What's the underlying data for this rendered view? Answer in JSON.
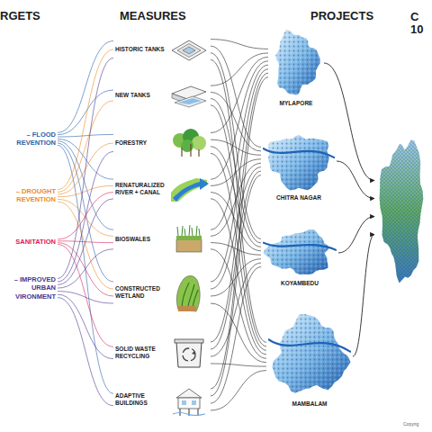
{
  "diagram": {
    "nodes": [
      {
        "text": [
          "– FLOOD REVENTION"
        ]
      },
      {
        "text": [
          "– DROUGHT REVENTION"
        ]
      },
      {
        "text": [
          "SANITATION"
        ]
      },
      {
        "text": [
          "– IMPROVED URBAN VIRONMENT"
        ]
      },
      {
        "text": [
          "HISTORIC TANKS"
        ]
      },
      {
        "text": [
          "NEW TANKS"
        ]
      },
      {
        "text": [
          "FORESTRY"
        ]
      },
      {
        "text": [
          "RENATURALIZED RIVER + CANAL"
        ]
      },
      {
        "text": [
          "BIOSWALES"
        ]
      },
      {
        "text": [
          "CONSTRUCTED WETLAND"
        ]
      },
      {
        "text": [
          "SOLID WASTE RECYCLING"
        ]
      },
      {
        "text": [
          "ADAPTIVE BUILDINGS"
        ]
      },
      {
        "text": [
          "MYLAPORE"
        ]
      },
      {
        "text": [
          "CHITRA NAGAR"
        ]
      },
      {
        "text": [
          "KOYAMBEDU"
        ]
      },
      {
        "text": [
          "MAMBALAM"
        ]
      },
      {
        "text": [
          "C 10"
        ]
      }
    ],
    "edges": [
      {
        "from": 0,
        "to": 4,
        "arrow": "none"
      },
      {
        "from": 0,
        "to": 5,
        "arrow": "none"
      },
      {
        "from": 0,
        "to": 6,
        "arrow": "none"
      },
      {
        "from": 0,
        "to": 7,
        "arrow": "none"
      },
      {
        "from": 0,
        "to": 8,
        "arrow": "none"
      },
      {
        "from": 0,
        "to": 9,
        "arrow": "none"
      },
      {
        "from": 0,
        "to": 11,
        "arrow": "none"
      },
      {
        "from": 1,
        "to": 4,
        "arrow": "none"
      },
      {
        "from": 1,
        "to": 5,
        "arrow": "none"
      },
      {
        "from": 1,
        "to": 6,
        "arrow": "none"
      },
      {
        "from": 1,
        "to": 7,
        "arrow": "none"
      },
      {
        "from": 1,
        "to": 8,
        "arrow": "none"
      },
      {
        "from": 1,
        "to": 9,
        "arrow": "none"
      },
      {
        "from": 2,
        "to": 7,
        "arrow": "none"
      },
      {
        "from": 2,
        "to": 8,
        "arrow": "none"
      },
      {
        "from": 2,
        "to": 9,
        "arrow": "none"
      },
      {
        "from": 2,
        "to": 10,
        "arrow": "none"
      },
      {
        "from": 3,
        "to": 4,
        "arrow": "none"
      },
      {
        "from": 3,
        "to": 6,
        "arrow": "none"
      },
      {
        "from": 3,
        "to": 7,
        "arrow": "none"
      },
      {
        "from": 3,
        "to": 8,
        "arrow": "none"
      },
      {
        "from": 3,
        "to": 9,
        "arrow": "none"
      },
      {
        "from": 3,
        "to": 10,
        "arrow": "none"
      },
      {
        "from": 3,
        "to": 11,
        "arrow": "none"
      },
      {
        "from": 4,
        "to": 12,
        "arrow": "none"
      },
      {
        "from": 4,
        "to": 13,
        "arrow": "none"
      },
      {
        "from": 4,
        "to": 14,
        "arrow": "none"
      },
      {
        "from": 4,
        "to": 15,
        "arrow": "none"
      },
      {
        "from": 5,
        "to": 12,
        "arrow": "none"
      },
      {
        "from": 5,
        "to": 13,
        "arrow": "none"
      },
      {
        "from": 5,
        "to": 14,
        "arrow": "none"
      },
      {
        "from": 5,
        "to": 15,
        "arrow": "none"
      },
      {
        "from": 6,
        "to": 12,
        "arrow": "none"
      },
      {
        "from": 6,
        "to": 13,
        "arrow": "none"
      },
      {
        "from": 6,
        "to": 14,
        "arrow": "none"
      },
      {
        "from": 6,
        "to": 15,
        "arrow": "none"
      },
      {
        "from": 7,
        "to": 12,
        "arrow": "none"
      },
      {
        "from": 7,
        "to": 13,
        "arrow": "none"
      },
      {
        "from": 7,
        "to": 14,
        "arrow": "none"
      },
      {
        "from": 7,
        "to": 15,
        "arrow": "none"
      },
      {
        "from": 8,
        "to": 12,
        "arrow": "none"
      },
      {
        "from": 8,
        "to": 13,
        "arrow": "none"
      },
      {
        "from": 8,
        "to": 14,
        "arrow": "none"
      },
      {
        "from": 8,
        "to": 15,
        "arrow": "none"
      },
      {
        "from": 9,
        "to": 12,
        "arrow": "none"
      },
      {
        "from": 9,
        "to": 13,
        "arrow": "none"
      },
      {
        "from": 9,
        "to": 14,
        "arrow": "none"
      },
      {
        "from": 9,
        "to": 15,
        "arrow": "none"
      },
      {
        "from": 10,
        "to": 12,
        "arrow": "none"
      },
      {
        "from": 10,
        "to": 13,
        "arrow": "none"
      },
      {
        "from": 10,
        "to": 14,
        "arrow": "none"
      },
      {
        "from": 10,
        "to": 15,
        "arrow": "none"
      },
      {
        "from": 11,
        "to": 12,
        "arrow": "none"
      },
      {
        "from": 11,
        "to": 13,
        "arrow": "none"
      },
      {
        "from": 11,
        "to": 14,
        "arrow": "none"
      },
      {
        "from": 11,
        "to": 15,
        "arrow": "none"
      },
      {
        "from": 12,
        "to": 16,
        "arrow": "to"
      },
      {
        "from": 13,
        "to": 16,
        "arrow": "to"
      },
      {
        "from": 14,
        "to": 16,
        "arrow": "to"
      },
      {
        "from": 15,
        "to": 16,
        "arrow": "to"
      }
    ],
    "labels": [
      "RGETS",
      "MEASURES",
      "PROJECTS",
      "Copyrig"
    ]
  }
}
